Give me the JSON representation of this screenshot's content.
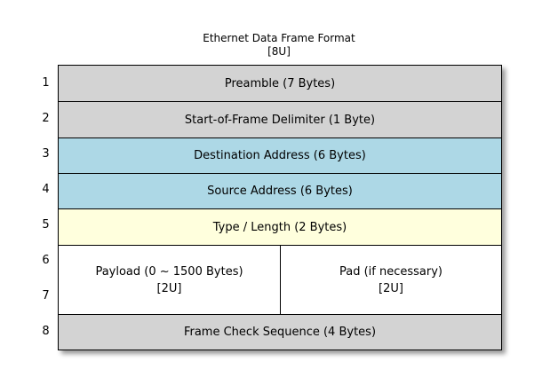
{
  "title": {
    "line1": "Ethernet Data Frame Format",
    "line2": "[8U]"
  },
  "row_numbers": [
    "1",
    "2",
    "3",
    "4",
    "5",
    "6",
    "7",
    "8"
  ],
  "fields": {
    "preamble": {
      "label": "Preamble (7 Bytes)"
    },
    "sfd": {
      "label": "Start-of-Frame Delimiter (1 Byte)"
    },
    "destination": {
      "label": "Destination Address (6 Bytes)"
    },
    "source": {
      "label": "Source Address (6 Bytes)"
    },
    "type_length": {
      "label": "Type / Length (2 Bytes)"
    },
    "payload": {
      "label": "Payload (0 ~ 1500 Bytes)",
      "sublabel": "[2U]"
    },
    "pad": {
      "label": "Pad (if necessary)",
      "sublabel": "[2U]"
    },
    "fcs": {
      "label": "Frame Check Sequence (4 Bytes)"
    }
  },
  "colors": {
    "header_gray": "#d3d3d3",
    "address_blue": "#add8e6",
    "type_yellow": "#ffffdd",
    "payload_white": "#ffffff",
    "border": "#000000",
    "background": "#ffffff"
  }
}
